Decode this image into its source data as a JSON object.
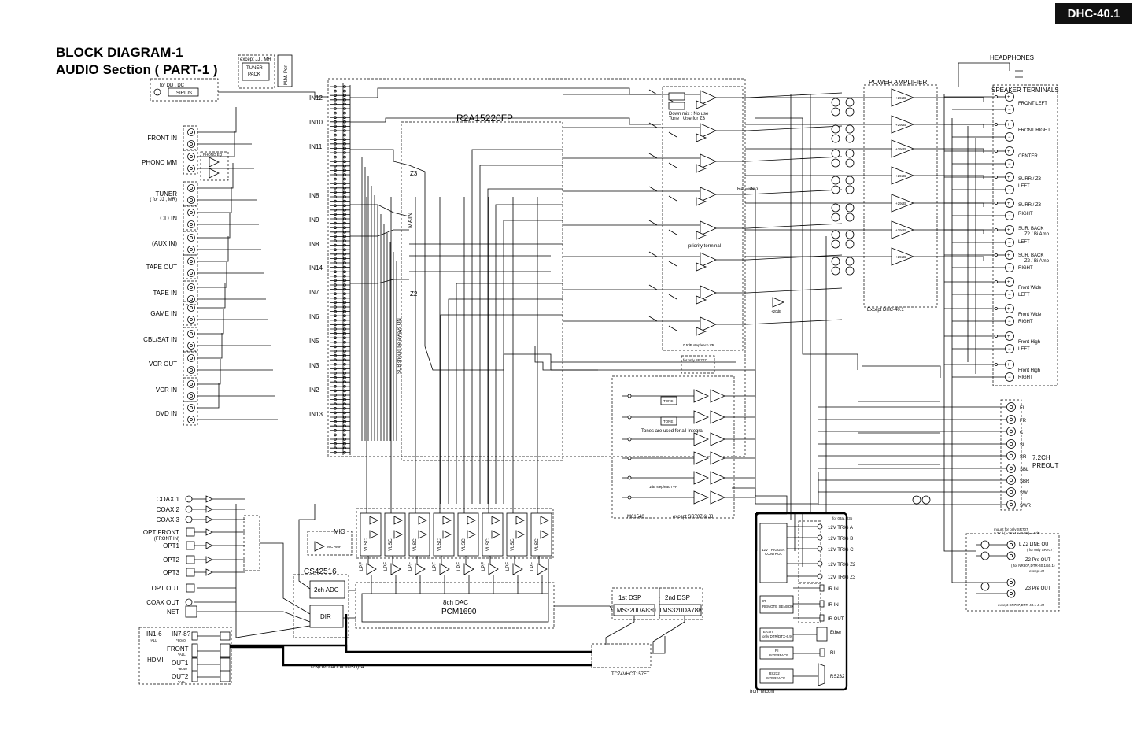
{
  "header": {
    "model_badge": "DHC-40.1",
    "title_line1": "BLOCK DIAGRAM-1",
    "title_line2": "AUDIO Section ( PART-1 )"
  },
  "inputs_left": {
    "sirius_note": "for DD , DC",
    "sirius": "SIRIUS",
    "tuner_note": "except JJ , MR",
    "tuner_pack": [
      "TUNER",
      "PACK"
    ],
    "mm_port": "M.M. Port",
    "labels": [
      "FRONT IN",
      "PHONO MM",
      "TUNER",
      "( for JJ , MR)",
      "CD IN",
      "(AUX IN)",
      "TAPE OUT",
      "TAPE IN",
      "GAME IN",
      "CBL/SAT IN",
      "VCR OUT",
      "VCR IN",
      "DVD IN"
    ],
    "phono_eq": "PHONO EQ"
  },
  "selector": {
    "in_labels": [
      "IN12",
      "IN10",
      "IN11",
      "IN8",
      "IN9",
      "IN8",
      "IN14",
      "IN7",
      "IN6",
      "IN5",
      "IN3",
      "IN2",
      "IN13"
    ],
    "chip": "R2A15220FP",
    "z3": "Z3",
    "main": "MAIN",
    "z2": "Z2",
    "note": "SUB should be always ON"
  },
  "tone_section": {
    "downmix_note": "Down mix : No use",
    "tone_note": "Tone : Use for Z3",
    "priority": "priority terminal",
    "ref_gnd": "Ref. GND",
    "gain": "+20dB",
    "step": "0.5dB step/each VR"
  },
  "power_amp": {
    "title": "POWER AMPLIFIER",
    "gain": "+29dB",
    "except": "Except DHC-40.1",
    "headphones": "HEADPHONES",
    "speaker_terminals": "SPEAKER TERMINALS",
    "speakers": [
      "FRONT LEFT",
      "FRONT RIGHT",
      "CENTER",
      "SURR / Z3",
      "LEFT",
      "SURR / Z3",
      "RIGHT",
      "SUR. BACK",
      "Z2 / Bi Amp",
      "LEFT",
      "SUR. BACK",
      "Z2 / Bi Amp",
      "RIGHT",
      "Front Wide",
      "LEFT",
      "Front Wide",
      "RIGHT",
      "Front High",
      "LEFT",
      "Front High",
      "RIGHT"
    ]
  },
  "preout": {
    "labels": [
      "FL",
      "FR",
      "C",
      "SL",
      "SR",
      "SBL",
      "SBR",
      "SWL",
      "SWR"
    ],
    "title": [
      "7.2CH",
      "PREOUT"
    ]
  },
  "zone": {
    "only_sr707": "for only SR707",
    "tone": "TONE",
    "tones_note": "Tones are used for all Integra",
    "step": "1dB step/each VR",
    "chip": "M61540",
    "except": "except SR707 & JJ",
    "z2_line_out": "L Z2 LINE OUT",
    "z2_line_note": "( for only SR707 )",
    "z2_pre_out": "Z2 Pre OUT",
    "z2_pre_note": "( for NR807,DTR-40.1/50.1)",
    "except_jj": "except JJ",
    "z3_pre_out": "Z3 Pre OUT",
    "except2": "except SR707,DTR-40.1 & JJ",
    "mount_note": "mount for only SR707",
    "mount_note2": "2.2K / (1.2K+1K+2.2K)= -6dB"
  },
  "vlsc": {
    "label": "VLSC",
    "lpf": "LPF"
  },
  "digital": {
    "coax": [
      "COAX 1",
      "COAX 2",
      "COAX 3"
    ],
    "opt": [
      "OPT FRONT",
      "(FRONT IN)",
      "OPT1",
      "OPT2",
      "OPT3"
    ],
    "opt_out": "OPT OUT",
    "coax_out": "COAX OUT",
    "net": "NET",
    "mic": "MIC",
    "mic_amp": "MIC AMP",
    "cs": "CS42516",
    "adc": "2ch ADC",
    "dir": "DIR",
    "dac1": "8ch DAC",
    "dac2": "PCM1690",
    "dsp1": "1st DSP",
    "dsp1_chip": "TMS320DA830",
    "dsp2": "2nd DSP",
    "dsp2_chip": "TMS320DA788",
    "mux": "TC74VHCT157FT",
    "i2s": "I2S(DVD-AUDIO/DSD)x4",
    "hdmi": "HDMI",
    "hdmi_labels": [
      "IN1-6",
      "*ALL",
      "IN7-8?",
      "*8040",
      "FRONT",
      "*ALL",
      "OUT1",
      "*8040",
      "OUT2",
      "*ALL"
    ]
  },
  "control": {
    "trig_note": "for 03a , 03b",
    "trigger_ctrl": [
      "12V TRIGGER",
      "CONTROL"
    ],
    "trigs": [
      "12V TRIG A",
      "12V TRIG B",
      "12V TRIG C",
      "12V TRIG Z2",
      "12V TRIG Z3"
    ],
    "ir_sensor": [
      "IR",
      "REMOTE SENSOR"
    ],
    "ir": [
      "IR IN",
      "IR IN",
      "IR OUT"
    ],
    "econt": [
      "E-cont",
      "only DTR/DTX-6.9"
    ],
    "ether": "Ether",
    "ri_if": [
      "RI",
      "INTERFACE"
    ],
    "ri": "RI",
    "rs232_if": [
      "RS232",
      "INTERFACE"
    ],
    "rs232": "RS232",
    "from_micom": "from Micom"
  }
}
